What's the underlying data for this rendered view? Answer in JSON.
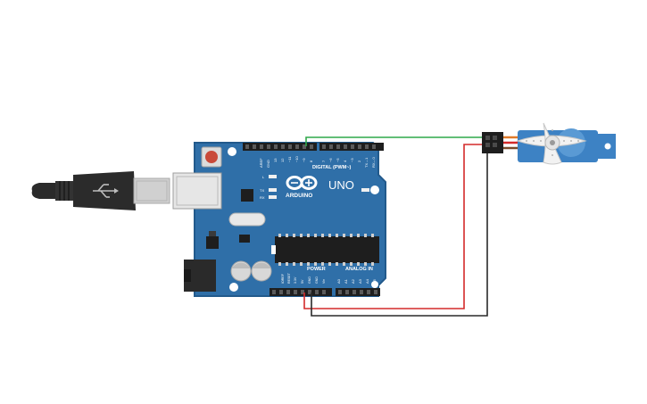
{
  "board": {
    "model_label": "UNO",
    "brand_label": "ARDUINO",
    "digital_header_label": "DIGITAL (PWM~)",
    "power_label": "POWER",
    "analog_label": "ANALOG IN",
    "led_l_label": "L",
    "led_tx_label": "TX",
    "led_rx_label": "RX",
    "on_label": "ON",
    "aref_label": "AREF",
    "gnd_label": "GND",
    "digital_pins": [
      "13",
      "12",
      "~11",
      "~10",
      "~9",
      "8",
      "7",
      "~6",
      "~5",
      "4",
      "~3",
      "2",
      "TX→1",
      "RX←0"
    ],
    "power_pins": [
      "IOREF",
      "RESET",
      "3.3V",
      "5V",
      "GND",
      "GND",
      "Vin"
    ],
    "analog_pins": [
      "A0",
      "A1",
      "A2",
      "A3",
      "A4",
      "A5"
    ],
    "color_pcb": "#2f6fa8",
    "color_pcb_edge": "#225a8c"
  },
  "wires": {
    "signal_color": "#2fa84a",
    "power_color": "#d42a2a",
    "ground_color": "#2a2a2a"
  },
  "servo": {
    "body_color": "#3d82c4",
    "horn_color": "#f2f2f2"
  },
  "usb": {
    "cable_color": "#2b2b2b",
    "plug_color": "#c9c9c9"
  }
}
